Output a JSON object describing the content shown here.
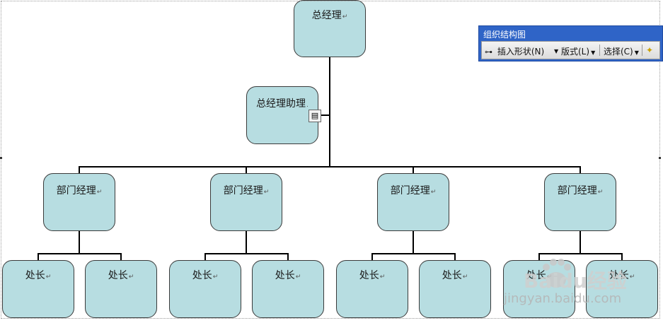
{
  "toolbar": {
    "title": "组织结构图",
    "insert_shape": "插入形状(N)",
    "layout": "版式(L)",
    "select": "选择(C)"
  },
  "chart": {
    "ceo": "总经理",
    "assistant": "总经理助理",
    "managers": [
      "部门经理",
      "部门经理",
      "部门经理",
      "部门经理"
    ],
    "heads": [
      "处长",
      "处长",
      "处长",
      "处长",
      "处长",
      "处长",
      "处长",
      "处长"
    ]
  },
  "watermark": {
    "logo": "Baidu经验",
    "url": "jingyan.baidu.com"
  },
  "colors": {
    "node_fill": "#b7dde1",
    "toolbar_title_bg": "#2f64c7"
  },
  "icons": [
    "paste-options-icon",
    "insert-shape-icon",
    "autoformat-icon",
    "dropdown-arrow-icon"
  ]
}
